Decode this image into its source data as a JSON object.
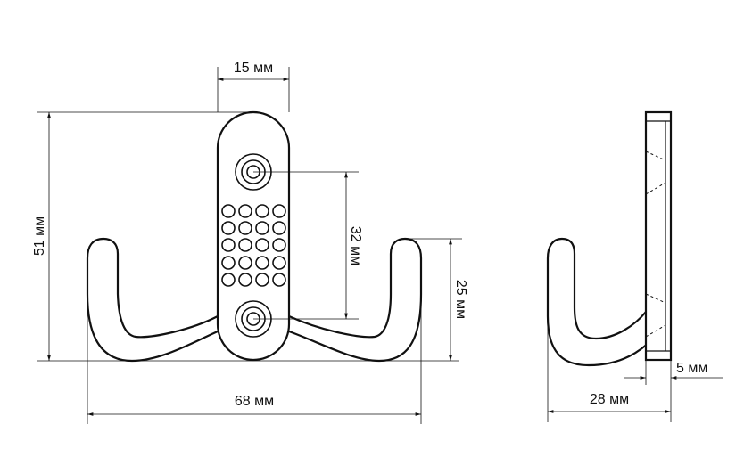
{
  "dimensions": {
    "plate_width": "15 мм",
    "total_height": "51 мм",
    "hole_spacing": "32 мм",
    "hook_height": "25 мм",
    "total_width": "68 мм",
    "depth": "28 мм",
    "plate_thickness": "5 мм"
  }
}
